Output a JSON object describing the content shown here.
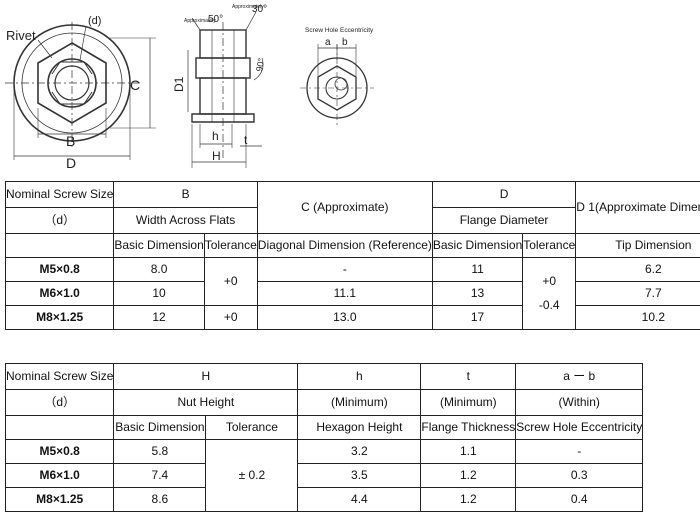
{
  "drawing": {
    "labels": {
      "rivet": "Rivet",
      "d": "(d)",
      "B": "B",
      "C": "C",
      "D": "D",
      "D1": "D1",
      "h": "h",
      "H": "H",
      "t": "t",
      "approx1": "Approximately",
      "angle50": "50°",
      "approx2": "Approximately",
      "angle30": "30°",
      "angle90": "90°",
      "ecc_title": "Screw Hole Eccentricity",
      "a": "a",
      "b": "b"
    }
  },
  "table1": {
    "nominal_label": "Nominal Screw Size",
    "d_label": "（d）",
    "B_header": "B",
    "B_sub": "Width Across Flats",
    "C_header": "C",
    "C_note": "(Approximate)",
    "D_header": "D",
    "D_sub": "Flange Diameter",
    "D1_header": "D 1",
    "D1_note": "(Approximate Dimension)",
    "col_basic": "Basic Dimension",
    "col_tol": "Tolerance",
    "col_diag": "Diagonal Dimension (Reference)",
    "col_basic2": "Basic Dimension",
    "col_tol2": "Tolerance",
    "col_tip": "Tip Dimension",
    "tol_B_1": "+0",
    "tol_B_2": "+0",
    "tol_D_top": "+0",
    "tol_D_bottom": "-0.4",
    "rows": [
      {
        "size": "M5×0.8",
        "B": "8.0",
        "C": "-",
        "D": "11",
        "D1": "6.2"
      },
      {
        "size": "M6×1.0",
        "B": "10",
        "C": "11.1",
        "D": "13",
        "D1": "7.7"
      },
      {
        "size": "M8×1.25",
        "B": "12",
        "C": "13.0",
        "D": "17",
        "D1": "10.2"
      }
    ]
  },
  "table2": {
    "nominal_label": "Nominal Screw Size",
    "d_label": "（d）",
    "H_header": "H",
    "H_sub": "Nut Height",
    "h_header": "h",
    "h_sub": "(Minimum)",
    "t_header": "t",
    "t_sub": "(Minimum)",
    "ab_header": "a ー b",
    "ab_sub": "(Within)",
    "col_basic": "Basic Dimension",
    "col_tol": "Tolerance",
    "col_hex": "Hexagon Height",
    "col_flange": "Flange Thickness",
    "col_ecc": "Screw Hole Eccentricity",
    "tol_H": "± 0.2",
    "rows": [
      {
        "size": "M5×0.8",
        "H": "5.8",
        "h": "3.2",
        "t": "1.1",
        "ab": "-"
      },
      {
        "size": "M6×1.0",
        "H": "7.4",
        "h": "3.5",
        "t": "1.2",
        "ab": "0.3"
      },
      {
        "size": "M8×1.25",
        "H": "8.6",
        "h": "4.4",
        "t": "1.2",
        "ab": "0.4"
      }
    ]
  }
}
